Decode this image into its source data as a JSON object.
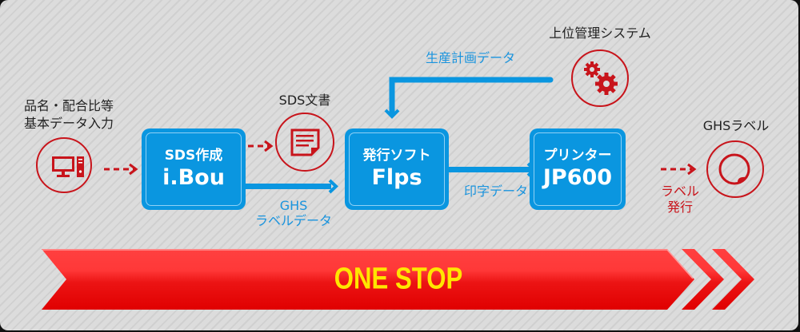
{
  "inputs": {
    "label_line1": "品名・配合比等",
    "label_line2": "基本データ入力",
    "icon": "computer-icon"
  },
  "sds_doc": {
    "label": "SDS文書",
    "icon": "document-icon"
  },
  "box_ibou": {
    "line1": "SDS作成",
    "line2": "i.Bou"
  },
  "ghs_data": {
    "line1": "GHS",
    "line2": "ラベルデータ"
  },
  "box_flps": {
    "line1": "発行ソフト",
    "line2": "Flps"
  },
  "host_system": {
    "label": "上位管理システム",
    "icon": "gears-icon"
  },
  "production_data": {
    "label": "生産計画データ"
  },
  "print_data": {
    "label": "印字データ"
  },
  "box_printer": {
    "line1": "プリンター",
    "line2": "JP600"
  },
  "label_issue": {
    "line1": "ラベル",
    "line2": "発行"
  },
  "ghs_label": {
    "label": "GHSラベル",
    "icon": "label-sticker-icon"
  },
  "banner": {
    "text": "ONE STOP"
  },
  "colors": {
    "blue": "#0a96e0",
    "red": "#c8141b",
    "banner_red": "#f02020",
    "banner_text": "#ffe600"
  }
}
